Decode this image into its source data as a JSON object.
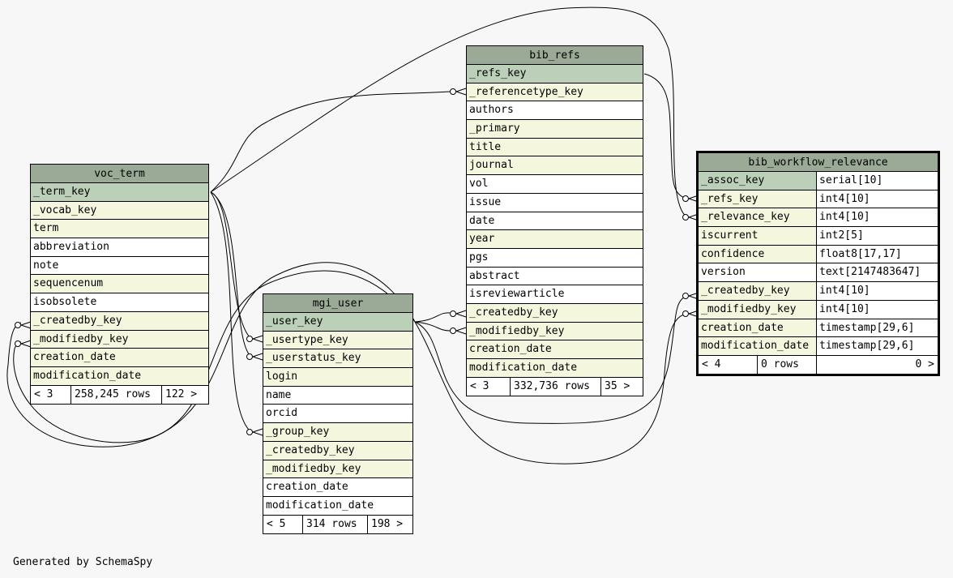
{
  "footer": "Generated by SchemaSpy",
  "tables": {
    "voc_term": {
      "name": "voc_term",
      "columns": [
        "_term_key",
        "_vocab_key",
        "term",
        "abbreviation",
        "note",
        "sequencenum",
        "isobsolete",
        "_createdby_key",
        "_modifiedby_key",
        "creation_date",
        "modification_date"
      ],
      "footer": {
        "parents": "< 3",
        "rows": "258,245 rows",
        "children": "122 >"
      }
    },
    "mgi_user": {
      "name": "mgi_user",
      "columns": [
        "_user_key",
        "_usertype_key",
        "_userstatus_key",
        "login",
        "name",
        "orcid",
        "_group_key",
        "_createdby_key",
        "_modifiedby_key",
        "creation_date",
        "modification_date"
      ],
      "footer": {
        "parents": "< 5",
        "rows": "314 rows",
        "children": "198 >"
      }
    },
    "bib_refs": {
      "name": "bib_refs",
      "columns": [
        "_refs_key",
        "_referencetype_key",
        "authors",
        "_primary",
        "title",
        "journal",
        "vol",
        "issue",
        "date",
        "year",
        "pgs",
        "abstract",
        "isreviewarticle",
        "_createdby_key",
        "_modifiedby_key",
        "creation_date",
        "modification_date"
      ],
      "footer": {
        "parents": "< 3",
        "rows": "332,736 rows",
        "children": "35 >"
      }
    },
    "bib_workflow_relevance": {
      "name": "bib_workflow_relevance",
      "columns": [
        {
          "name": "_assoc_key",
          "type": "serial[10]"
        },
        {
          "name": "_refs_key",
          "type": "int4[10]"
        },
        {
          "name": "_relevance_key",
          "type": "int4[10]"
        },
        {
          "name": "iscurrent",
          "type": "int2[5]"
        },
        {
          "name": "confidence",
          "type": "float8[17,17]"
        },
        {
          "name": "version",
          "type": "text[2147483647]"
        },
        {
          "name": "_createdby_key",
          "type": "int4[10]"
        },
        {
          "name": "_modifiedby_key",
          "type": "int4[10]"
        },
        {
          "name": "creation_date",
          "type": "timestamp[29,6]"
        },
        {
          "name": "modification_date",
          "type": "timestamp[29,6]"
        }
      ],
      "footer": {
        "parents": "< 4",
        "rows": "0 rows",
        "children": "0 >"
      }
    }
  },
  "colors": {
    "header": "#9baa96",
    "primary_key": "#bccfb9",
    "foreign_key": "#f4f7de",
    "background": "#f7f7f7"
  }
}
